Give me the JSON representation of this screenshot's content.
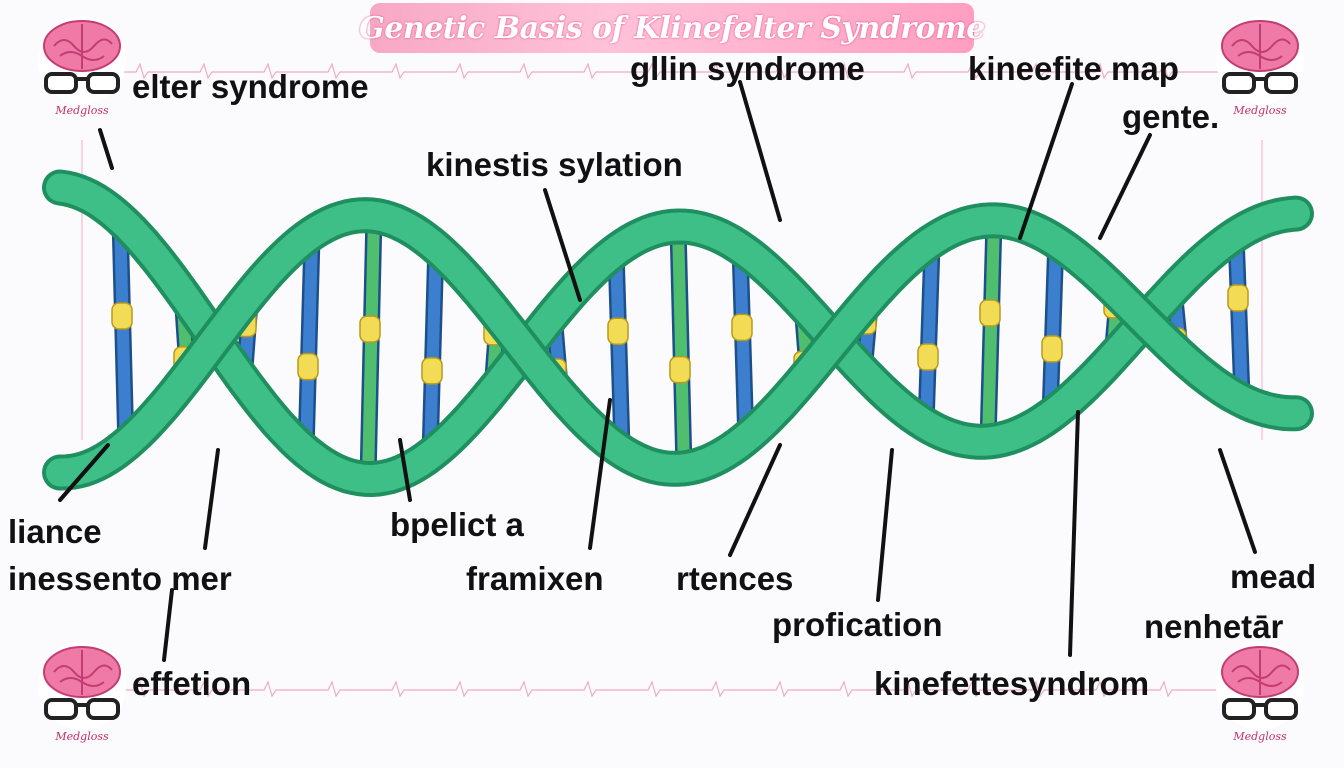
{
  "title": "Genetic Basis of Klinefelter Syndrome",
  "watermark": "Medgloss",
  "labels": [
    "elter syndrome",
    "gllin syndrome",
    "kineefite map",
    "gente.",
    "kinestis sylation",
    "liance",
    "inessento mer",
    "effetion",
    "bpelict a",
    "framixen",
    "rtences",
    "profication",
    "kinefettesyndrom",
    "mead",
    "nenhetār"
  ],
  "colors": {
    "backbone": "#3fbf88",
    "backbone_dark": "#1f8f5f",
    "base_blue": "#3d7fcf",
    "base_green": "#4fbf6f",
    "base_yellow": "#f2dc55",
    "title_pink": "#ff9ec2",
    "ekg_pink": "#e86a92"
  }
}
